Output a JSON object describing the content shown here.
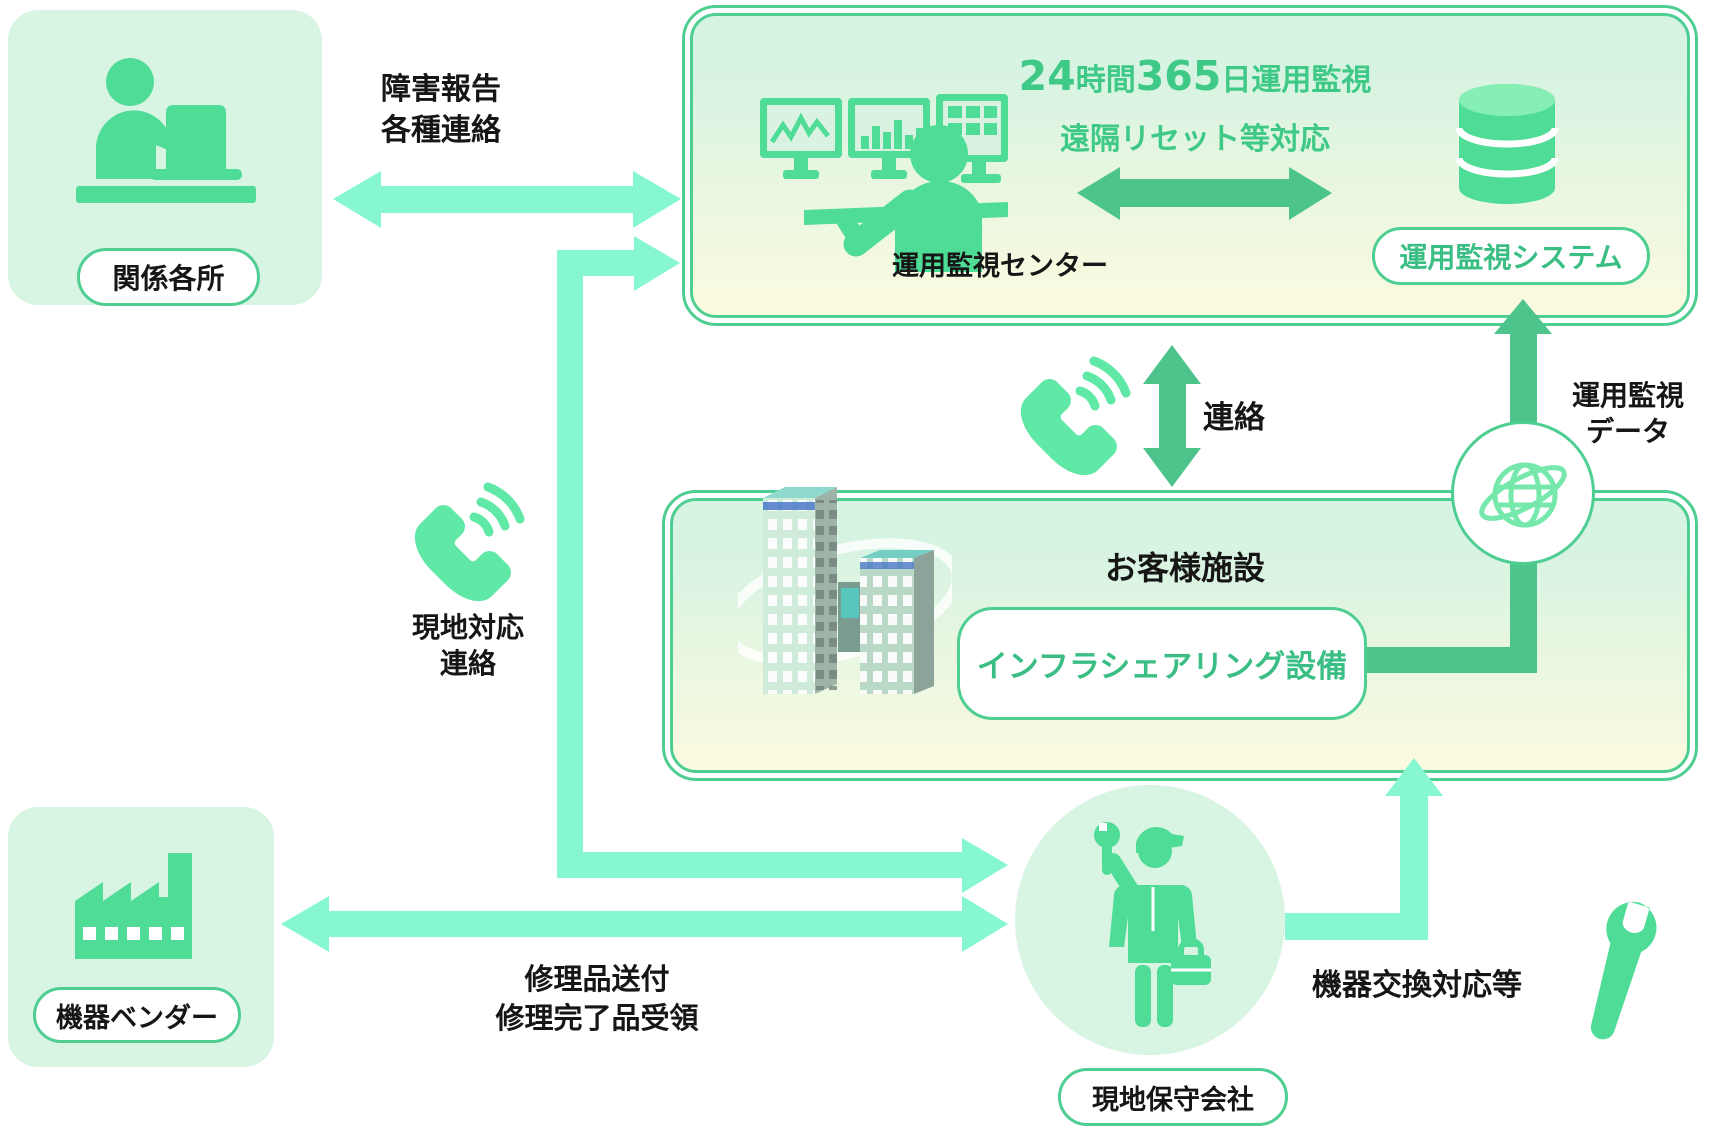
{
  "colors": {
    "mint": "#86F7D1",
    "mid": "#4CC48C",
    "border": "#4FCE92",
    "icon": "#4FDC96",
    "lightfill": "#D8F4E3",
    "gtop": "#D7F3E2",
    "gbot": "#FAFAE0",
    "gtext": "#3EC986",
    "ptext": "#3BBE84",
    "ink": "#161616",
    "phone": "#5FE8A6",
    "dblight": "#86EFB3",
    "screen": "#D9F2E2"
  },
  "nodes": {
    "related_parties": {
      "label": "関係各所"
    },
    "monitoring_center": {
      "title_parts": [
        "24",
        "時間",
        "365",
        "日運用監視"
      ],
      "subtitle": "遠隔リセット等対応",
      "label": "運用監視センター",
      "system_label": "運用監視システム"
    },
    "customer_facility": {
      "label": "お客様施設",
      "equipment_label": "インフラシェアリング設備"
    },
    "vendor": {
      "label": "機器ベンダー"
    },
    "maintenance": {
      "label": "現地保守会社"
    }
  },
  "labels": {
    "fault_report": {
      "line1": "障害報告",
      "line2": "各種連絡"
    },
    "onsite_contact": {
      "line1": "現地対応",
      "line2": "連絡"
    },
    "repair": {
      "line1": "修理品送付",
      "line2": "修理完了品受領"
    },
    "contact": "連絡",
    "monitoring_data": {
      "line1": "運用監視",
      "line2": "データ"
    },
    "equipment_replacement": "機器交換対応等"
  }
}
